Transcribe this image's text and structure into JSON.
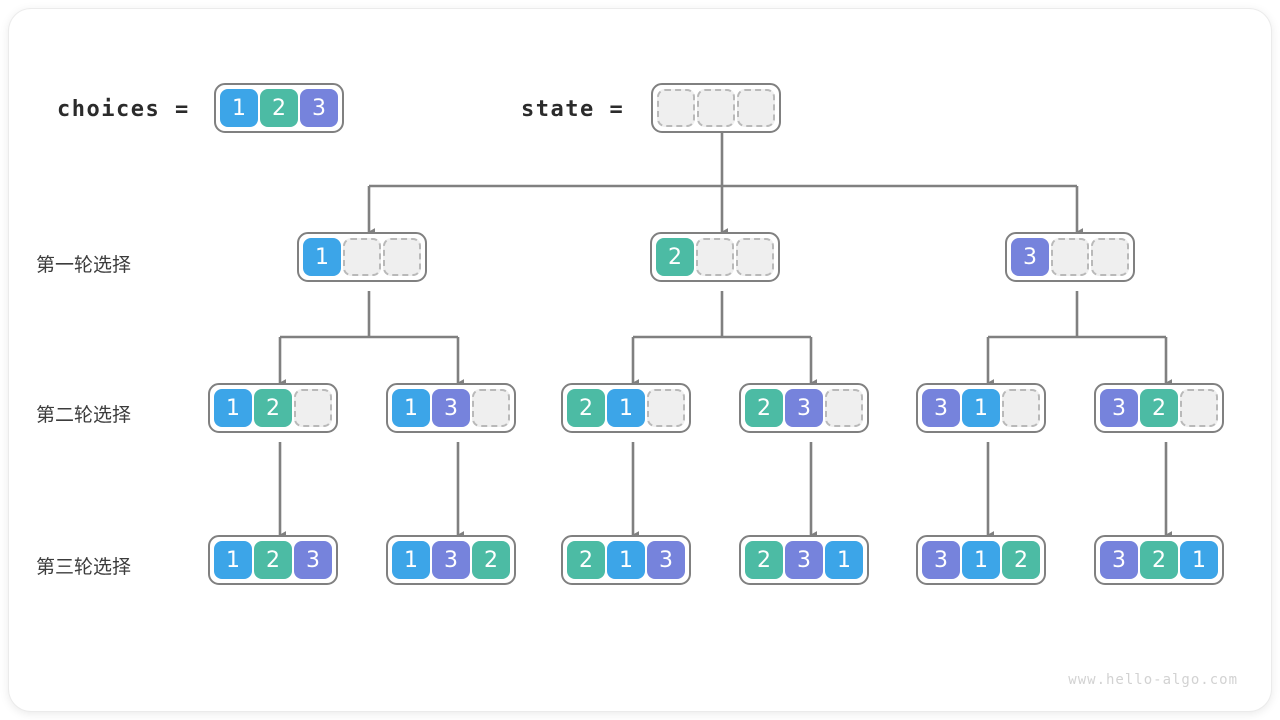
{
  "diagram": {
    "title_choices_label": "choices =",
    "title_state_label": "state =",
    "watermark": "www.hello-algo.com",
    "colors": {
      "value_1": "#3CA5E8",
      "value_2": "#4CBBA4",
      "value_3": "#7683DC",
      "empty_fill": "#efefef",
      "empty_border": "#b9b9b9",
      "container_border": "#808080",
      "wire": "#808080",
      "text": "#3c3c3c"
    },
    "row_labels": [
      "第一轮选择",
      "第二轮选择",
      "第三轮选择"
    ],
    "choices": [
      "1",
      "2",
      "3"
    ],
    "state": [
      "",
      "",
      ""
    ],
    "level1": [
      {
        "cells": [
          "1",
          "",
          ""
        ]
      },
      {
        "cells": [
          "2",
          "",
          ""
        ]
      },
      {
        "cells": [
          "3",
          "",
          ""
        ]
      }
    ],
    "level2": [
      {
        "cells": [
          "1",
          "2",
          ""
        ]
      },
      {
        "cells": [
          "1",
          "3",
          ""
        ]
      },
      {
        "cells": [
          "2",
          "1",
          ""
        ]
      },
      {
        "cells": [
          "2",
          "3",
          ""
        ]
      },
      {
        "cells": [
          "3",
          "1",
          ""
        ]
      },
      {
        "cells": [
          "3",
          "2",
          ""
        ]
      }
    ],
    "level3": [
      {
        "cells": [
          "1",
          "2",
          "3"
        ]
      },
      {
        "cells": [
          "1",
          "3",
          "2"
        ]
      },
      {
        "cells": [
          "2",
          "1",
          "3"
        ]
      },
      {
        "cells": [
          "2",
          "3",
          "1"
        ]
      },
      {
        "cells": [
          "3",
          "1",
          "2"
        ]
      },
      {
        "cells": [
          "3",
          "2",
          "1"
        ]
      }
    ]
  }
}
